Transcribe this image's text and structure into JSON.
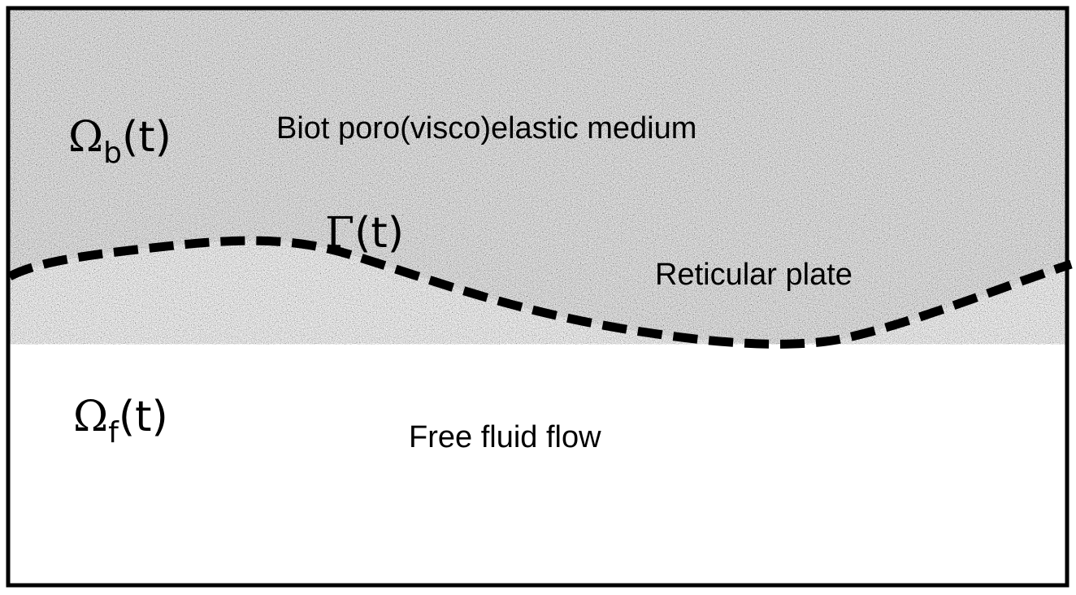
{
  "regions": {
    "biot": {
      "symbol": "Ω",
      "subscript": "b",
      "arg": "(t)",
      "description": "Biot poro(visco)elastic medium"
    },
    "fluid": {
      "symbol": "Ω",
      "subscript": "f",
      "arg": "(t)",
      "description": "Free fluid flow"
    }
  },
  "interface": {
    "symbol": "Γ",
    "arg": "(t)",
    "description": "Reticular plate"
  },
  "colors": {
    "porous_fill": "#a9a9a9",
    "interface_stroke": "#000000",
    "frame_stroke": "#000000",
    "fluid_fill": "#ffffff"
  }
}
